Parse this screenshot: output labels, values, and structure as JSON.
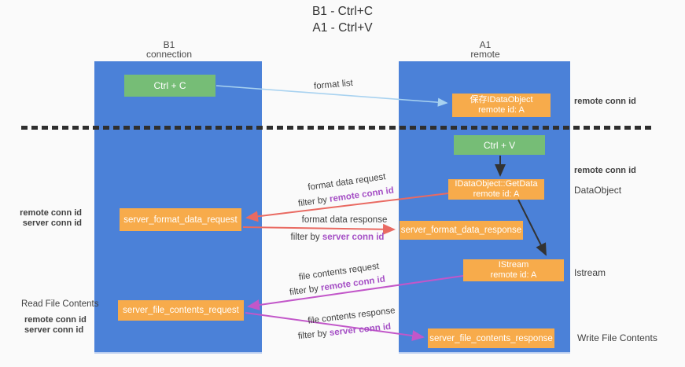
{
  "title": {
    "line1": "B1 - Ctrl+C",
    "line2": "A1 - Ctrl+V"
  },
  "columns": {
    "left": {
      "title": "B1",
      "subtitle": "connection"
    },
    "right": {
      "title": "A1",
      "subtitle": "remote"
    }
  },
  "nodes": {
    "ctrl_c": {
      "label": "Ctrl + C"
    },
    "save_idataobject": {
      "line1": "保存IDataObject",
      "line2": "remote id: A"
    },
    "ctrl_v": {
      "label": "Ctrl + V"
    },
    "getdata": {
      "line1": "IDataObject::GetData",
      "line2": "remote id: A"
    },
    "format_request": {
      "label": "server_format_data_request"
    },
    "format_response": {
      "label": "server_format_data_response"
    },
    "istream": {
      "line1": "IStream",
      "line2": "remote id: A"
    },
    "file_request": {
      "label": "server_file_contents_request"
    },
    "file_response": {
      "label": "server_file_contents_response"
    }
  },
  "arrow_labels": {
    "format_list": "format list",
    "format_data_request": "format data request",
    "format_data_response": "format data response",
    "file_contents_request": "file contents request",
    "file_contents_response": "file contents response",
    "filter_by": "filter by ",
    "remote_conn_id": "remote conn id",
    "server_conn_id": "server conn id"
  },
  "side_labels": {
    "right_remote_conn_id_top": "remote conn id",
    "right_remote_conn_id_mid": "remote conn id",
    "dataobject": "DataObject",
    "istream": "Istream",
    "write_file_contents": "Write File Contents",
    "left_remote_conn_id_top": "remote conn id",
    "left_server_conn_id_top": "server conn id",
    "read_file_contents": "Read File Contents",
    "left_remote_conn_id_bottom": "remote conn id",
    "left_server_conn_id_bottom": "server conn id"
  },
  "colors": {
    "column_blue": "#4b81d8",
    "box_orange": "#f7ab4b",
    "box_green": "#76bd76",
    "arrow_red": "#e96a62",
    "arrow_magenta": "#c257c9",
    "arrow_lightblue": "#a8d2f0",
    "arrow_black": "#333333",
    "label_purple": "#a54fc5",
    "label_green": "#55ab55"
  }
}
